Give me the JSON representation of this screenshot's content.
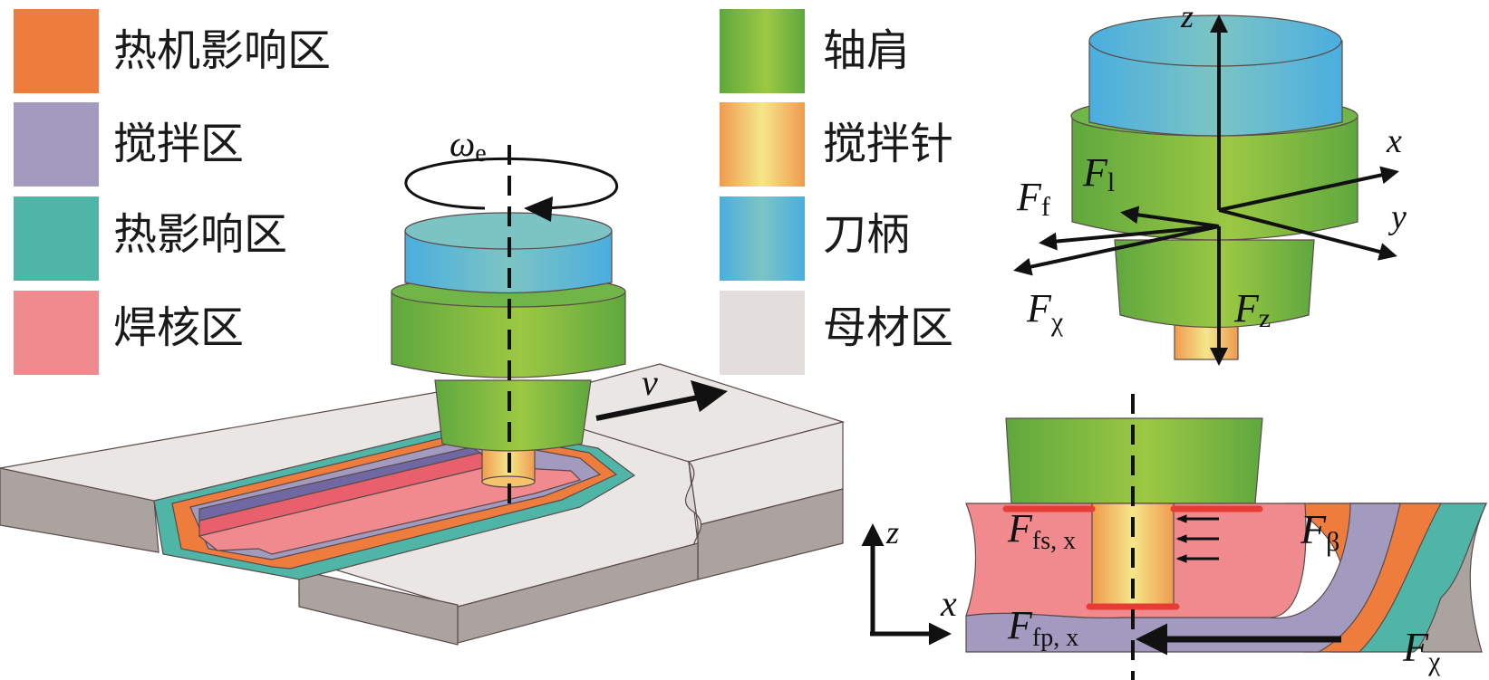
{
  "figure": {
    "legend": [
      {
        "label": "热机影响区",
        "color": "#ee7c3c",
        "swatch": "solid"
      },
      {
        "label": "搅拌区",
        "color": "#a39abf",
        "swatch": "solid"
      },
      {
        "label": "热影响区",
        "color": "#4fb5a6",
        "swatch": "solid"
      },
      {
        "label": "焊核区",
        "color": "#f08a8e",
        "swatch": "solid"
      },
      {
        "label": "轴肩",
        "color": "#8cc04a",
        "swatch": "gradient"
      },
      {
        "label": "搅拌针",
        "color": "#f3d77a",
        "swatch": "gradient"
      },
      {
        "label": "刀柄",
        "color": "#5fb6d8",
        "swatch": "gradient"
      },
      {
        "label": "母材区",
        "color": "#e3dedb",
        "swatch": "solid"
      }
    ],
    "colors": {
      "haz": "#4fb5a6",
      "tmaz": "#ee7c3c",
      "stir_zone": "#a39abf",
      "stir_zone_dark": "#6f68a3",
      "nugget": "#f08a8e",
      "nugget_dark": "#e8606c",
      "base_top": "#e9e6e3",
      "base_side": "#aaa3a0",
      "shoulder": "#8cc04a",
      "shoulder_dark": "#5fa83e",
      "pin_light": "#f5e68a",
      "pin_dark": "#ef9b4e",
      "holder": "#5fb6d8",
      "holder_light": "#7cc4c4",
      "force_line": "#e63c36"
    },
    "left_view": {
      "rotation_label": {
        "main": "ω",
        "sub": "e"
      },
      "velocity_label": "v"
    },
    "top_right_view": {
      "axes": {
        "z": "z",
        "x": "x",
        "y": "y"
      },
      "forces": [
        {
          "main": "F",
          "sub": "l"
        },
        {
          "main": "F",
          "sub": "f"
        },
        {
          "main": "F",
          "sub": "χ"
        },
        {
          "main": "F",
          "sub": "z"
        }
      ]
    },
    "bottom_right_view": {
      "axes": {
        "z": "z",
        "x": "x"
      },
      "forces": [
        {
          "main": "F",
          "sub": "fs, x"
        },
        {
          "main": "F",
          "sub": "fp, x"
        },
        {
          "main": "F",
          "sub": "β"
        },
        {
          "main": "F",
          "sub": "χ"
        }
      ]
    }
  }
}
